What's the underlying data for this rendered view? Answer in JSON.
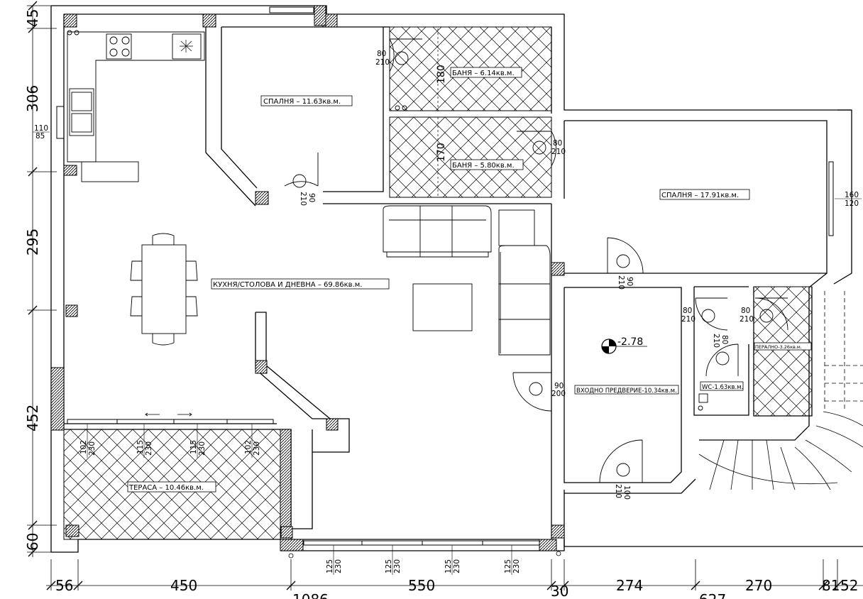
{
  "rooms": {
    "bedroom1": "СПАЛНЯ – 11.63кв.м.",
    "bath1": "БАНЯ – 6.14кв.м.",
    "bath2": "БАНЯ – 5.80кв.м.",
    "bedroom2": "СПАЛНЯ – 17.91кв.м.",
    "living": "КУХНЯ/СТОЛОВА И ДНЕВНА – 69.86кв.м.",
    "entry": "ВХОДНО ПРЕДВЕРИЕ-10.34кв.м.",
    "wc": "WC-1.63кв.м.",
    "laundry": "ПЕРАЛНО-3.26кв.м.",
    "terrace": "ТЕРАСА – 10.46кв.м."
  },
  "level_mark": "-2.78",
  "left_dimensions": [
    "45",
    "306",
    "295",
    "452",
    "60"
  ],
  "bottom_dimensions": [
    "56",
    "450",
    "550",
    "30",
    "274",
    "270",
    "81",
    "52"
  ],
  "bottom_partial": [
    "1086",
    "627"
  ],
  "window_labels": {
    "kitchen_window": [
      "110",
      "85"
    ],
    "bedroom2_window": [
      "160",
      "120"
    ],
    "terrace_door_1": [
      "102",
      "230"
    ],
    "terrace_door_2": [
      "115",
      "230"
    ],
    "terrace_door_3": [
      "115",
      "230"
    ],
    "terrace_door_4": [
      "102",
      "230"
    ],
    "south_window_1": [
      "125",
      "230"
    ],
    "south_window_2": [
      "125",
      "230"
    ],
    "south_window_3": [
      "125",
      "230"
    ],
    "south_window_4": [
      "125",
      "230"
    ]
  },
  "door_labels": {
    "bath1_door": [
      "80",
      "210"
    ],
    "bath2_door": [
      "80",
      "210"
    ],
    "bedroom1_door": [
      "90",
      "210"
    ],
    "bedroom2_door": [
      "90",
      "210"
    ],
    "living_door": [
      "90",
      "200"
    ],
    "entry_inner_door": [
      "80",
      "210"
    ],
    "laundry_door": [
      "80",
      "210"
    ],
    "wc_door": [
      "80",
      "210"
    ],
    "front_door": [
      "100",
      "210"
    ]
  },
  "wall_height_labels": [
    "180",
    "170"
  ],
  "colors": {
    "line": "#000000",
    "wall_fill": "#ffffff",
    "column_fill": "#555555",
    "paper": "#ffffff"
  }
}
